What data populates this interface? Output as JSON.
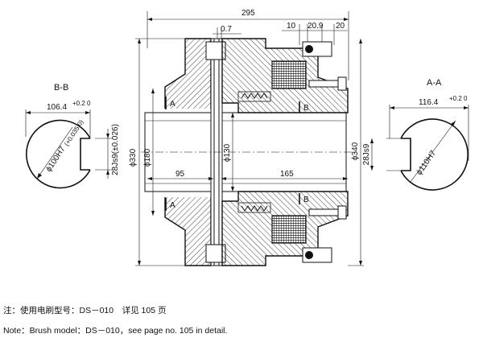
{
  "dimensions": {
    "overall_length": "295",
    "gap": "0.7",
    "dim_10": "10",
    "dim_20_9": "20.9",
    "dim_20": "20",
    "dia_330": "ϕ330",
    "dia_180": "ϕ180",
    "dia_130": "ϕ130",
    "dia_340": "ϕ340",
    "len_95": "95",
    "len_165": "165",
    "key_right": "28Js9"
  },
  "section_bb": {
    "title": "B-B",
    "width": "106.4",
    "width_tol": "+0.2 0",
    "key": "28Js9(±0.026)",
    "bore": "ϕ100H7",
    "bore_tol": "(+0.035 0)"
  },
  "section_aa": {
    "title": "A-A",
    "width": "116.4",
    "width_tol": "+0.2 0",
    "bore": "ϕ110H7"
  },
  "markers": {
    "a_top": "A",
    "a_bottom": "A",
    "b_top": "B",
    "b_bottom": "B"
  },
  "notes": {
    "cn": "注：使用电刷型号：DS－010　详见 105 页",
    "en": "Note：Brush model：DS－010，see page no. 105 in detail."
  }
}
